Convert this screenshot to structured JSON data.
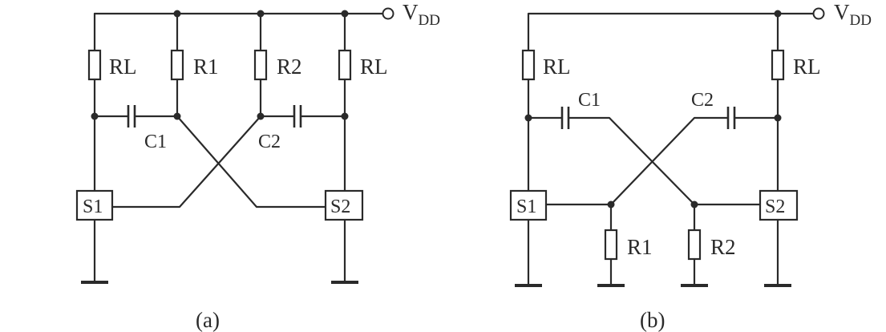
{
  "circuit_a": {
    "supply_label": "V",
    "supply_sub": "DD",
    "load_left": "RL",
    "load_right": "RL",
    "res1": "R1",
    "res2": "R2",
    "cap1": "C1",
    "cap2": "C2",
    "switch1": "S1",
    "switch2": "S2",
    "caption": "(a)"
  },
  "circuit_b": {
    "supply_label": "V",
    "supply_sub": "DD",
    "load_left": "RL",
    "load_right": "RL",
    "res1": "R1",
    "res2": "R2",
    "cap1": "C1",
    "cap2": "C2",
    "switch1": "S1",
    "switch2": "S2",
    "caption": "(b)"
  }
}
